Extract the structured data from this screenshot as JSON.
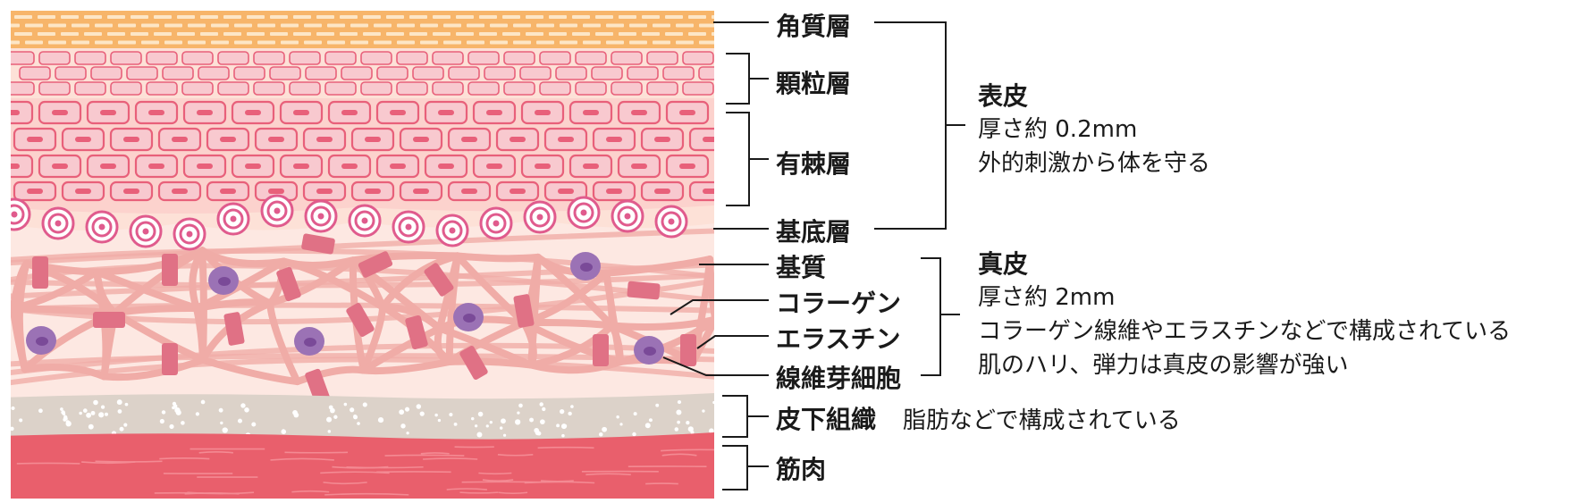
{
  "colors": {
    "stratum_corneum": "#f7b56a",
    "granular_bg": "#fde1d7",
    "cell_stroke": "#e8607a",
    "cell_fill": "#f8c9cf",
    "dermis_bg": "#fde8e2",
    "collagen": "#f0aca7",
    "elastin": "#e07185",
    "fibroblast": "#9b72b5",
    "subcutaneous": "#dcd2c9",
    "muscle": "#e95f6c",
    "leader_line": "#1a1a1a"
  },
  "layers": {
    "stratum_corneum": "角質層",
    "granular": "顆粒層",
    "spinous": "有棘層",
    "basal": "基底層",
    "matrix": "基質",
    "collagen": "コラーゲン",
    "elastin": "エラスチン",
    "fibroblast": "線維芽細胞",
    "subcutaneous": "皮下組織",
    "subcutaneous_note": "脂肪などで構成されている",
    "muscle": "筋肉"
  },
  "epidermis": {
    "title": "表皮",
    "thickness": "厚さ約 0.2mm",
    "role": "外的刺激から体を守る"
  },
  "dermis": {
    "title": "真皮",
    "thickness": "厚さ約 2mm",
    "composition": "コラーゲン線維やエラスチンなどで構成されている",
    "role": "肌のハリ、弾力は真皮の影響が強い"
  }
}
